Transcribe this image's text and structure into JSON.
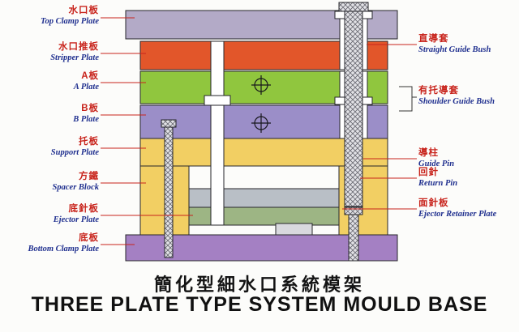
{
  "title": {
    "chinese": "簡化型細水口系統模架",
    "english": "THREE PLATE TYPE SYSTEM MOULD BASE"
  },
  "labels_left": [
    {
      "cn": "水口板",
      "en": "Top Clamp Plate"
    },
    {
      "cn": "水口推板",
      "en": "Stripper Plate"
    },
    {
      "cn": "A板",
      "en": "A Plate"
    },
    {
      "cn": "B板",
      "en": "B Plate"
    },
    {
      "cn": "托板",
      "en": "Support Plate"
    },
    {
      "cn": "方鐵",
      "en": "Spacer Block"
    },
    {
      "cn": "底針板",
      "en": "Ejector Plate"
    },
    {
      "cn": "底板",
      "en": "Bottom Clamp Plate"
    }
  ],
  "labels_right": [
    {
      "cn": "直導套",
      "en": "Straight Guide Bush"
    },
    {
      "cn": "有托導套",
      "en": "Shoulder Guide Bush"
    },
    {
      "cn": "導柱",
      "en": "Guide Pin"
    },
    {
      "cn": "回針",
      "en": "Return Pin"
    },
    {
      "cn": "面針板",
      "en": "Ejector Retainer Plate"
    }
  ],
  "colors": {
    "top_clamp_plate": "#b3aac7",
    "stripper_plate": "#e2562a",
    "a_plate": "#90c63e",
    "b_plate": "#9b8ec8",
    "support_plate": "#f2cf63",
    "spacer_block": "#f2cf63",
    "ejector_retainer_plate": "#b9bfc6",
    "ejector_plate": "#9db584",
    "bottom_clamp_plate": "#a480c3",
    "label_chinese_text": "#c8241c",
    "label_english_text": "#20308f",
    "leader_line": "#c8241c"
  }
}
